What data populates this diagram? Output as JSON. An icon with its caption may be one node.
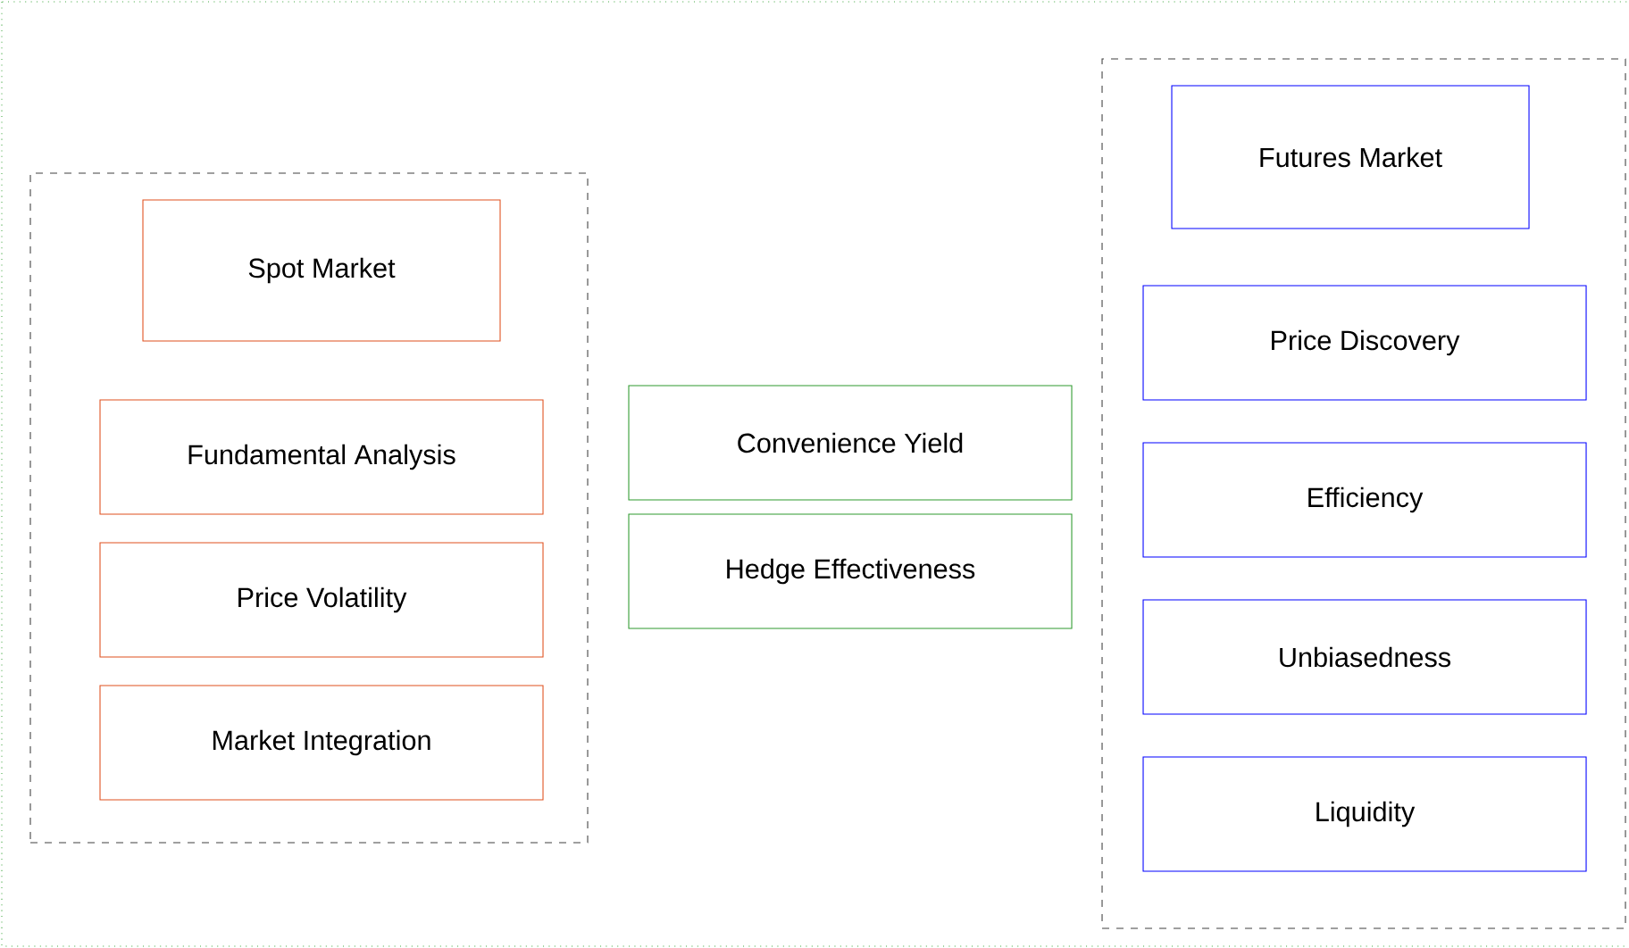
{
  "diagram": {
    "nodes": [
      {
        "text": [],
        "shape": "box"
      },
      {
        "text": [
          "Spot Market"
        ],
        "in": 0
      },
      {
        "text": [
          "Fundamental Analysis"
        ],
        "in": 0
      },
      {
        "text": [
          "Price Volatility"
        ],
        "in": 0
      },
      {
        "text": [
          "Market Integration"
        ],
        "in": 0
      },
      {
        "text": [
          "Convenience Yield"
        ]
      },
      {
        "text": [
          "Hedge Effectiveness"
        ]
      },
      {
        "text": [],
        "shape": "box"
      },
      {
        "text": [
          "Futures Market"
        ],
        "in": 7
      },
      {
        "text": [
          "Price Discovery"
        ],
        "in": 7
      },
      {
        "text": [
          "Efficiency"
        ],
        "in": 7
      },
      {
        "text": [
          "Unbiasedness"
        ],
        "in": 7
      },
      {
        "text": [
          "Liquidity"
        ],
        "in": 7
      }
    ]
  }
}
